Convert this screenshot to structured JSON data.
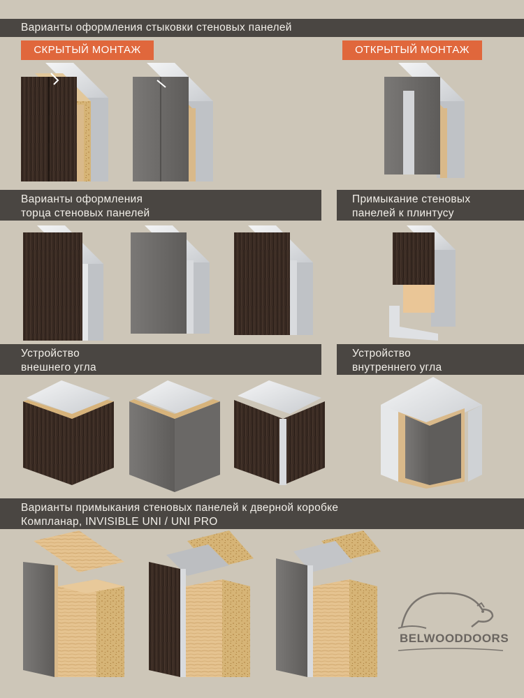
{
  "sections": {
    "joints": "Варианты оформления стыковки стеновых панелей",
    "hidden": "СКРЫТЫЙ МОНТАЖ",
    "open": "ОТКРЫТЫЙ МОНТАЖ",
    "ends_line1": "Варианты оформления",
    "ends_line2": "торца стеновых панелей",
    "plinth_line1": "Примыкание стеновых",
    "plinth_line2": "панелей к плинтусу",
    "outer_line1": "Устройство",
    "outer_line2": "внешнего угла",
    "inner_line1": "Устройство",
    "inner_line2": "внутреннего угла",
    "door_line1": "Варианты примыкания стеновых панелей к дверной коробке",
    "door_line2": "Компланар, INVISIBLE UNI / UNI PRO"
  },
  "brand": {
    "name": "BELWOODDOORS"
  },
  "colors": {
    "background": "#cdc6b8",
    "bar": "#4a4642",
    "accent": "#e0673c",
    "wenge": "#3b2c24",
    "gray_panel": "#6f6d6b",
    "mdf": "#d9b98a",
    "concrete": "#e6e8ea"
  }
}
